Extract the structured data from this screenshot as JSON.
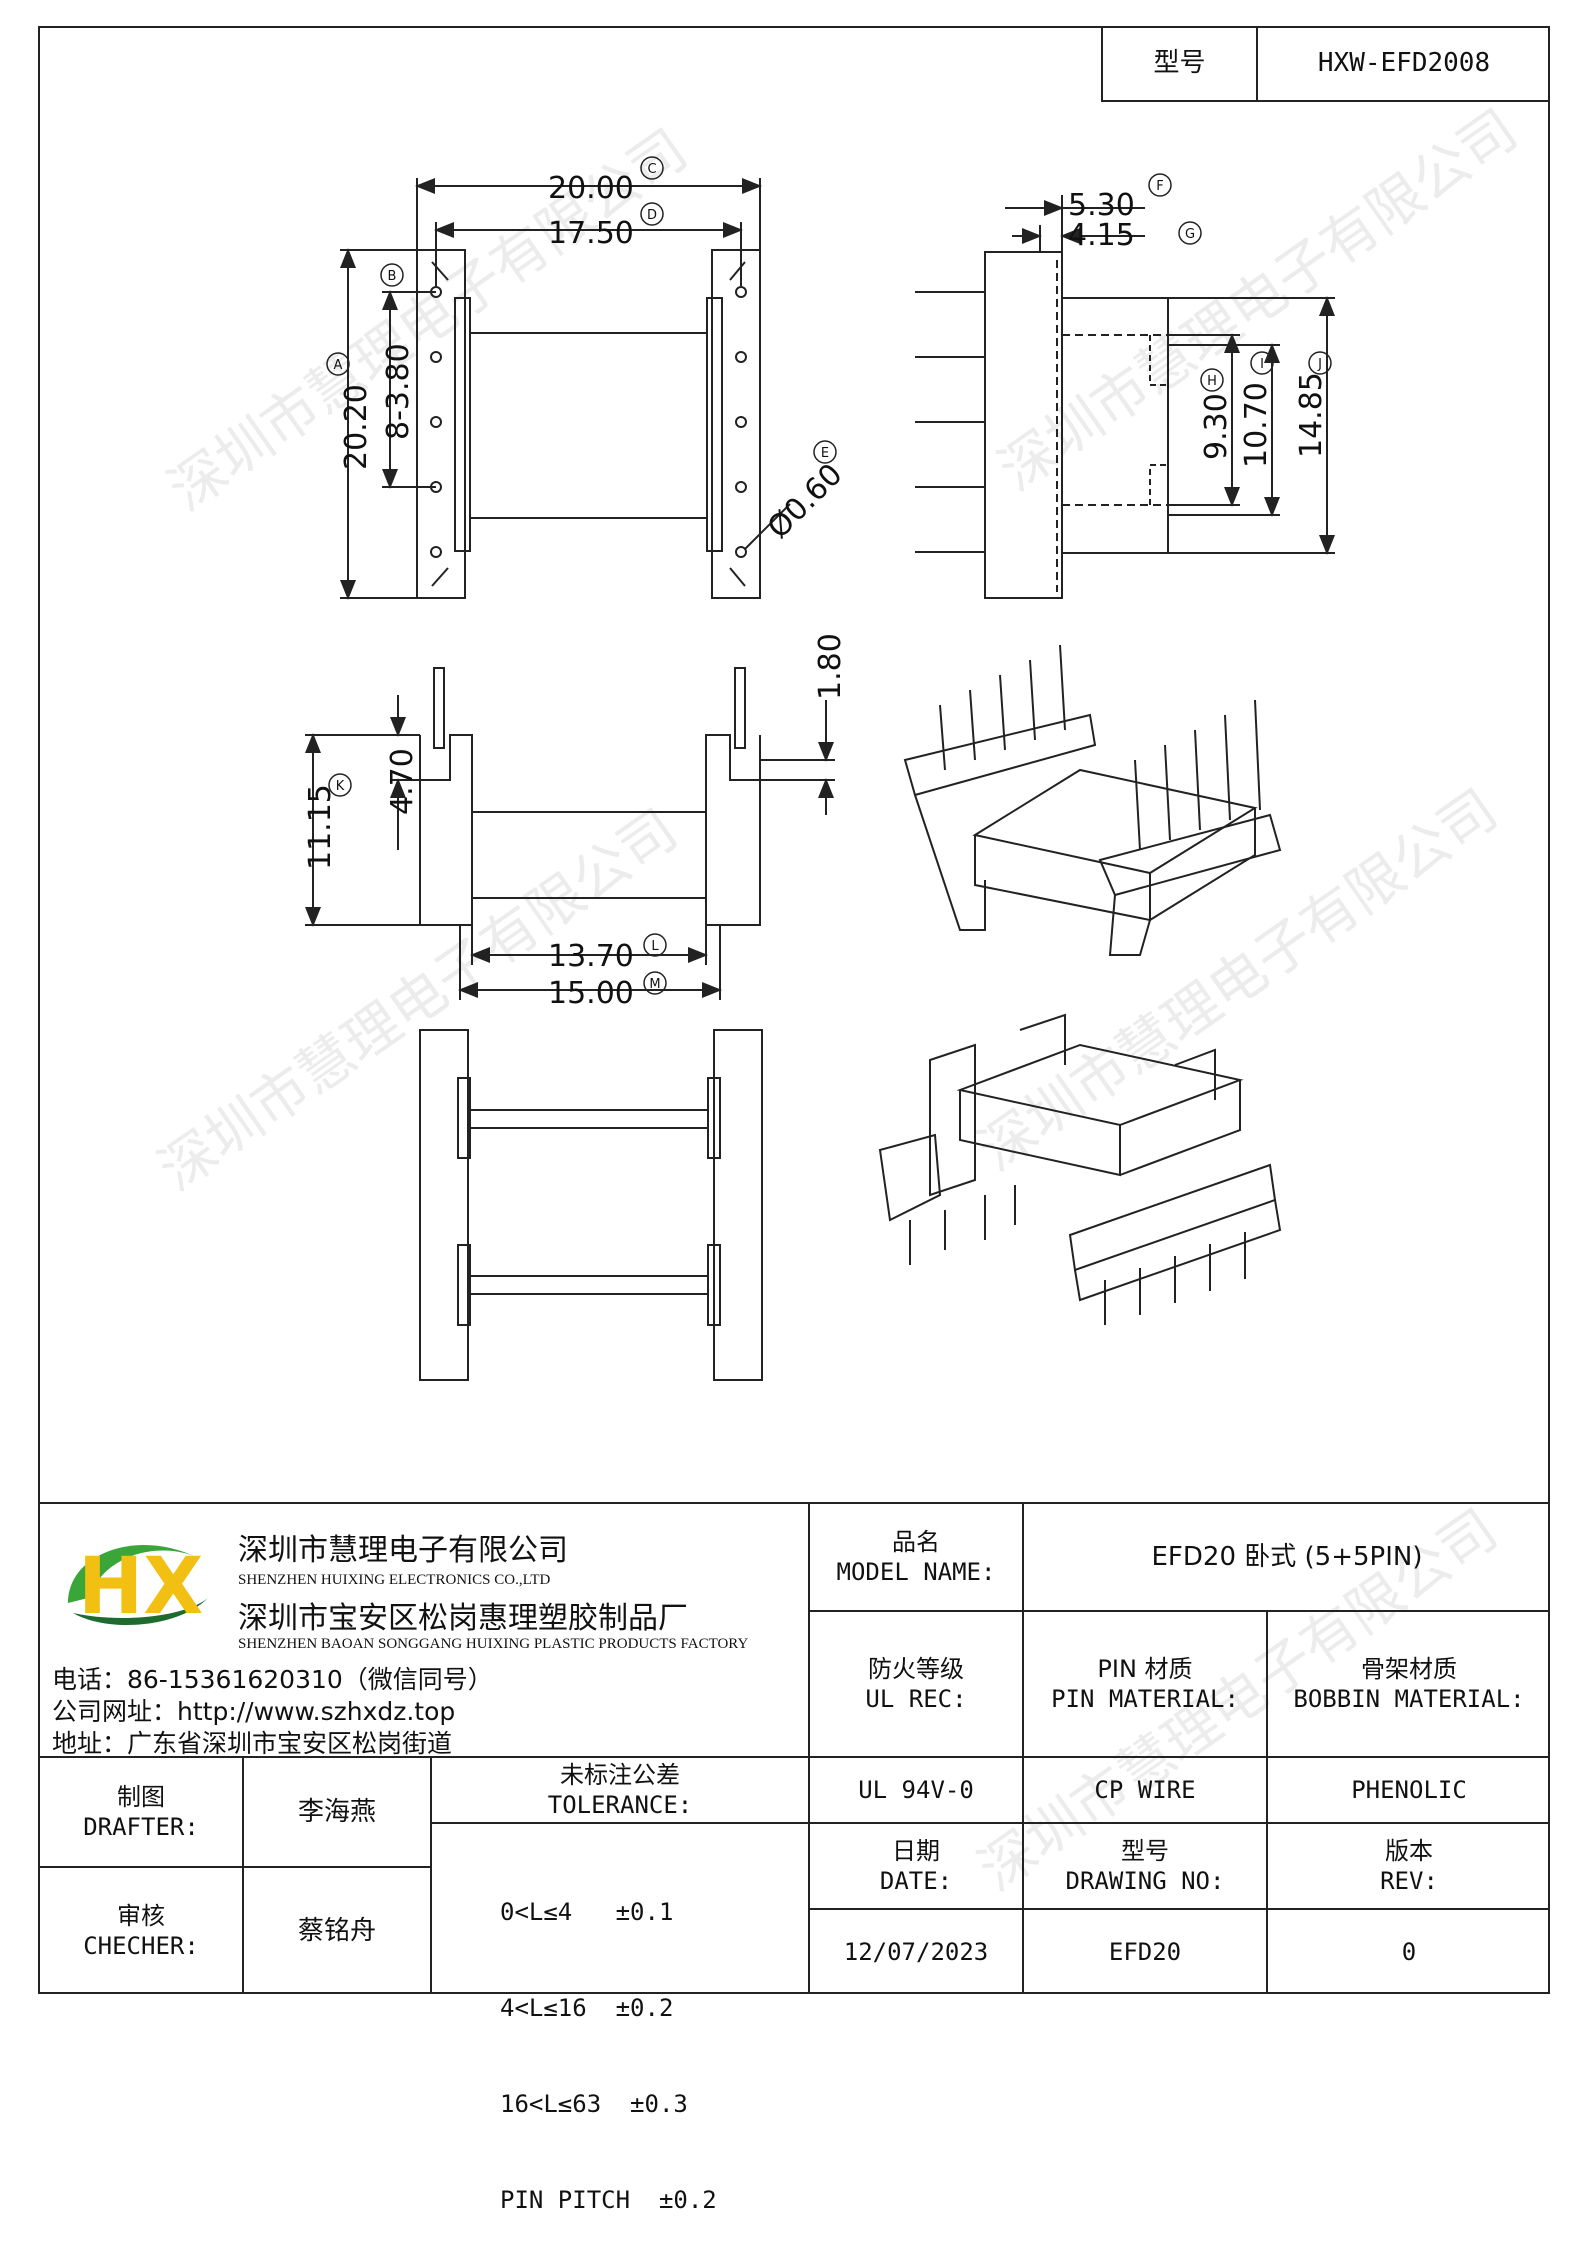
{
  "header": {
    "model_label": "型号",
    "model_value": "HXW-EFD2008"
  },
  "dims": {
    "C": "20.00",
    "D": "17.50",
    "B": "8-3.80",
    "A": "20.20",
    "E": "Ø0.60",
    "F": "5.30",
    "G": "4.15",
    "H": "9.30",
    "I": "10.70",
    "J": "14.85",
    "top_right": "1.80",
    "K_outer": "11.15",
    "K_inner": "4.70",
    "L": "13.70",
    "M": "15.00"
  },
  "dim_letters": {
    "A": "A",
    "B": "B",
    "C": "C",
    "D": "D",
    "E": "E",
    "F": "F",
    "G": "G",
    "H": "H",
    "I": "I",
    "J": "J",
    "K": "K",
    "L": "L",
    "M": "M"
  },
  "company": {
    "name_cn": "深圳市慧理电子有限公司",
    "name_en": "SHENZHEN HUIXING ELECTRONICS CO.,LTD",
    "factory_cn": "深圳市宝安区松岗惠理塑胶制品厂",
    "factory_en": "SHENZHEN BAOAN SONGGANG HUIXING PLASTIC PRODUCTS FACTORY",
    "phone": "电话：86-15361620310（微信同号）",
    "website": "公司网址：http://www.szhxdz.top",
    "address": "地址：广东省深圳市宝安区松岗街道",
    "logo_text": "HX",
    "watermark": "深圳市慧理电子有限公司"
  },
  "table": {
    "model_name_cn": "品名",
    "model_name_en": "MODEL NAME:",
    "model_name_value": "EFD20 卧式 (5+5PIN)",
    "fire_cn": "防火等级",
    "fire_en": "UL REC:",
    "pin_cn": "PIN 材质",
    "pin_en": "PIN MATERIAL:",
    "bobbin_cn": "骨架材质",
    "bobbin_en": "BOBBIN MATERIAL:",
    "fire_value": "UL 94V-0",
    "pin_value": "CP WIRE",
    "bobbin_value": "PHENOLIC",
    "drafter_cn": "制图",
    "drafter_en": "DRAFTER:",
    "drafter_value": "李海燕",
    "checker_cn": "审核",
    "checker_en": "CHECHER:",
    "checker_value": "蔡铭舟",
    "tolerance_cn": "未标注公差",
    "tolerance_en": "TOLERANCE:",
    "tolerances": [
      "0<L≤4   ±0.1",
      "4<L≤16  ±0.2",
      "16<L≤63  ±0.3",
      "PIN PITCH  ±0.2"
    ],
    "date_cn": "日期",
    "date_en": "DATE:",
    "date_value": "12/07/2023",
    "drawing_cn": "型号",
    "drawing_en": "DRAWING NO:",
    "drawing_value": "EFD20",
    "rev_cn": "版本",
    "rev_en": "REV:",
    "rev_value": "0"
  },
  "colors": {
    "logo_green": "#3aa538",
    "logo_yellow": "#f2c012",
    "logo_dark": "#1e6b2e",
    "line": "#222222"
  }
}
